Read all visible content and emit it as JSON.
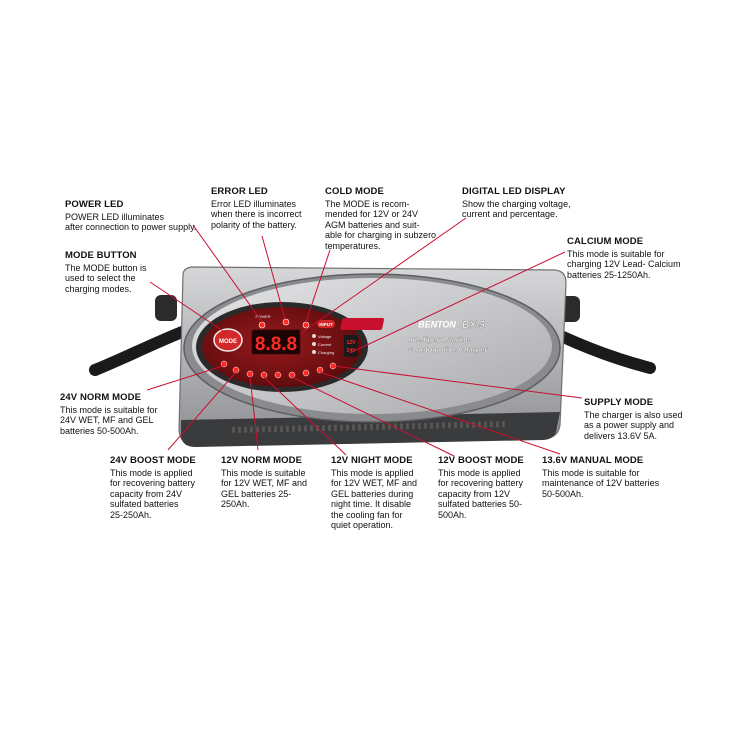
{
  "device": {
    "brand": "BENTON",
    "model": "BX-5",
    "tagline_1": "Intelligent Marine",
    "tagline_2": "& Automotive Charger",
    "display_digits": "8.8.8",
    "mode_button": "MODE",
    "input_badge": "INPUT",
    "power_label": "POWER",
    "indicator_labels": [
      "Voltage",
      "Current",
      "Charging"
    ],
    "voltage_badge": "12V",
    "voltage_badge_sub": "24V"
  },
  "callouts": [
    {
      "id": "power-led",
      "title": "POWER LED",
      "desc": "POWER LED illuminates\nafter connection to power supply."
    },
    {
      "id": "error-led",
      "title": "ERROR LED",
      "desc": "Error LED illuminates\nwhen there is incorrect\npolarity of the battery."
    },
    {
      "id": "cold-mode",
      "title": "COLD MODE",
      "desc": "The MODE is recom-\nmended for 12V or 24V\nAGM batteries and suit-\nable for charging in subzero\ntemperatures."
    },
    {
      "id": "digital-led-display",
      "title": "DIGITAL LED DISPLAY",
      "desc": "Show the charging voltage,\ncurrent and percentage."
    },
    {
      "id": "mode-button",
      "title": "MODE BUTTON",
      "desc": "The MODE button is\nused to select the\ncharging modes."
    },
    {
      "id": "calcium-mode",
      "title": "CALCIUM MODE",
      "desc": "This mode is suitable for\ncharging 12V Lead- Calcium\nbatteries 25-1250Ah."
    },
    {
      "id": "24v-norm-mode",
      "title": "24V NORM MODE",
      "desc": "This mode is suitable for\n24V WET, MF and GEL\nbatteries 50-500Ah."
    },
    {
      "id": "supply-mode",
      "title": "SUPPLY MODE",
      "desc": "The charger is also used\nas a power supply and\ndelivers 13.6V 5A."
    },
    {
      "id": "24v-boost-mode",
      "title": "24V BOOST MODE",
      "desc": "This mode is applied\nfor recovering battery\ncapacity from 24V\nsulfated batteries\n25-250Ah."
    },
    {
      "id": "12v-norm-mode",
      "title": "12V NORM MODE",
      "desc": "This mode is suitable\nfor 12V WET, MF and\nGEL batteries 25-\n250Ah."
    },
    {
      "id": "12v-night-mode",
      "title": "12V NIGHT MODE",
      "desc": "This mode is applied\nfor 12V WET, MF and\nGEL batteries during\nnight time. It disable\nthe cooling fan for\nquiet operation."
    },
    {
      "id": "12v-boost-mode",
      "title": "12V BOOST MODE",
      "desc": "This mode is applied\nfor recovering battery\ncapacity from 12V\nsulfated batteries 50-\n500Ah."
    },
    {
      "id": "13-6v-manual-mode",
      "title": "13.6V MANUAL MODE",
      "desc": "This mode is suitable for\nmaintenance of 12V batteries\n50-500Ah."
    }
  ],
  "colors": {
    "leader": "#c8102e",
    "panel": "#7a1014",
    "panel_ring": "#2a2a2a",
    "led": "#ff2a1f",
    "body": "#b8b9bb"
  }
}
